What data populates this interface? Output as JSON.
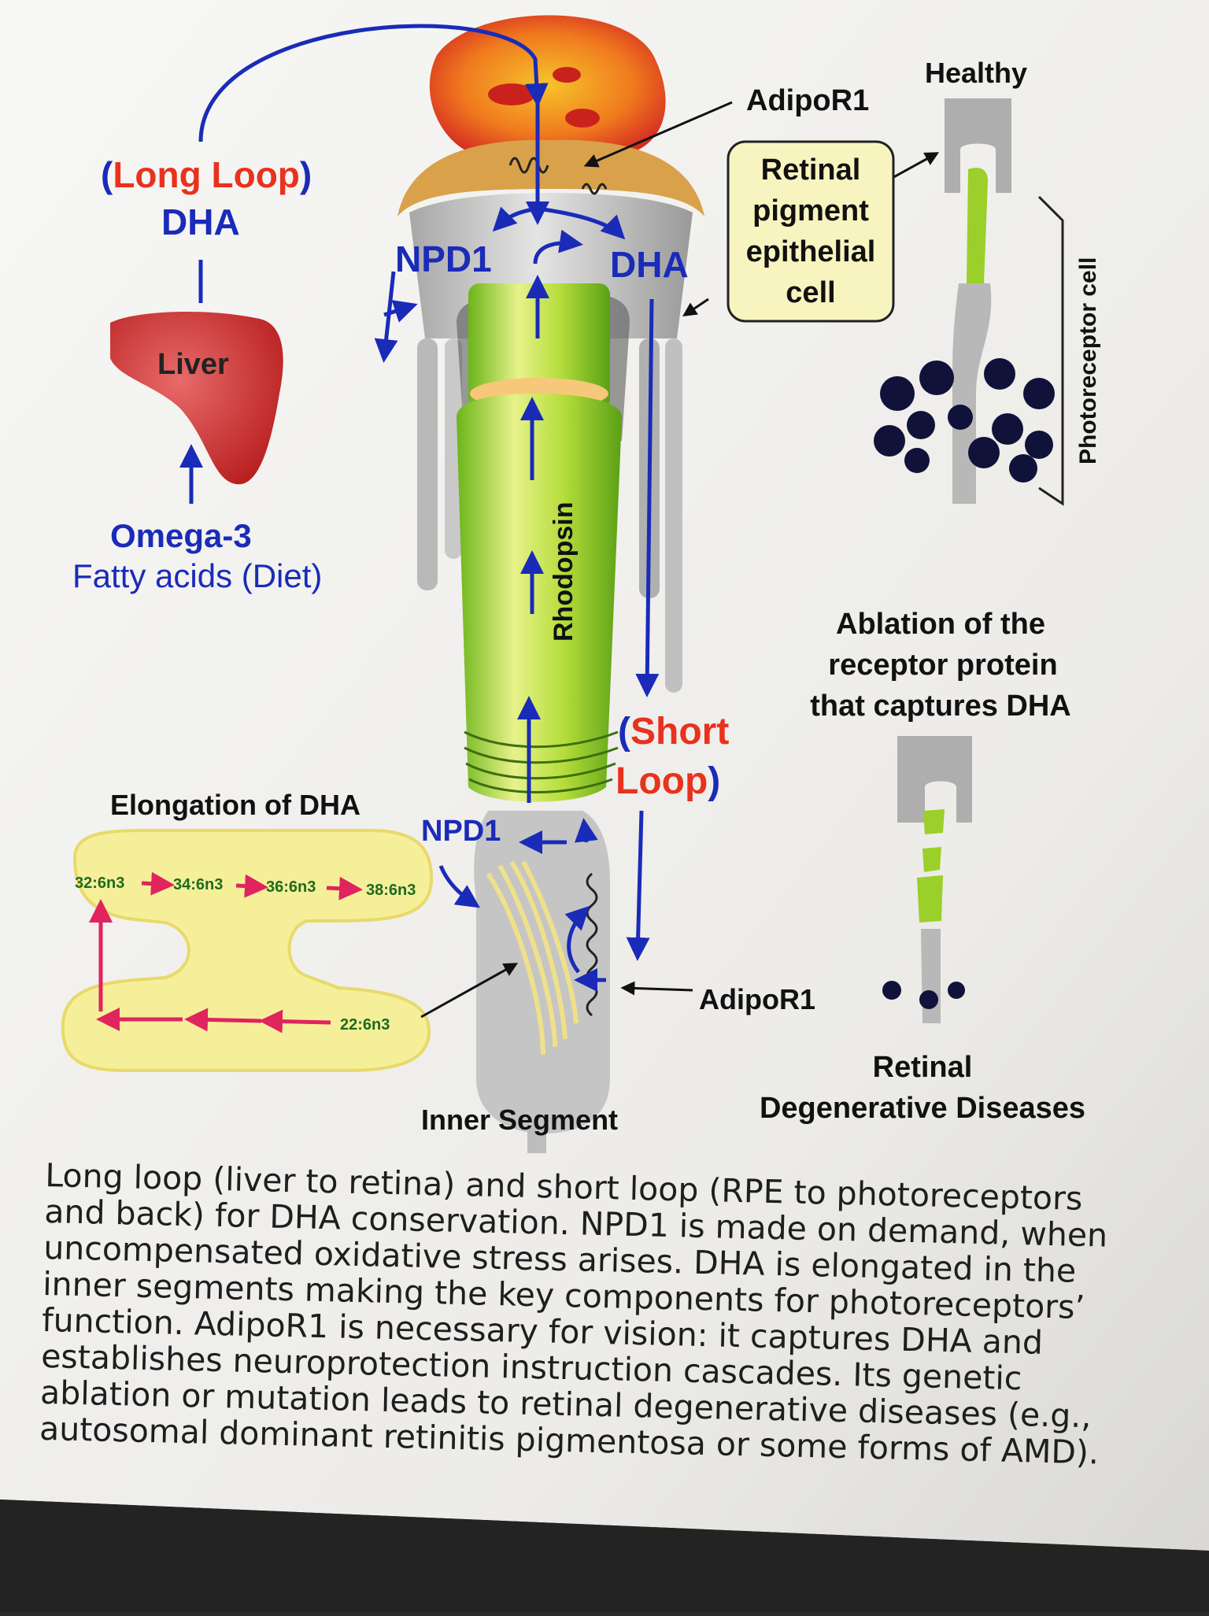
{
  "colors": {
    "blue": "#1a2bb8",
    "red": "#e8321e",
    "pink": "#e0245e",
    "green": "#8ccf1e",
    "yellow_box": "#f6ef9a",
    "paper": "#f2f2f0"
  },
  "long_loop": {
    "open": "(",
    "label": "Long Loop",
    "close": ")",
    "dha": "DHA"
  },
  "liver": "Liver",
  "omega": {
    "line1": "Omega-3",
    "line2": "Fatty acids (Diet)"
  },
  "npd1_top": "NPD1",
  "dha_top": "DHA",
  "adipor1_top": "AdipoR1",
  "rpe_box": [
    "Retinal",
    "pigment",
    "epithelial",
    "cell"
  ],
  "healthy": "Healthy",
  "photoreceptor_cell": "Photoreceptor cell",
  "rhodopsin": "Rhodopsin",
  "short_loop": {
    "open": "(",
    "label_1": "Short",
    "label_2": "Loop",
    "close": ")"
  },
  "ablation": [
    "Ablation of the",
    "receptor protein",
    "that captures DHA"
  ],
  "elongation": {
    "title": "Elongation of DHA",
    "chain": [
      "32:6n3",
      "34:6n3",
      "36:6n3",
      "38:6n3"
    ],
    "start": "22:6n3"
  },
  "npd1_bottom": "NPD1",
  "adipor1_bottom": "AdipoR1",
  "inner_segment": "Inner Segment",
  "retinal_diseases": [
    "Retinal",
    "Degenerative Diseases"
  ],
  "caption_lines": [
    "Long loop (liver to retina) and short loop (RPE to photoreceptors",
    "and back) for DHA conservation. NPD1 is made on demand, when",
    "uncompensated oxidative stress arises. DHA is elongated in the",
    "inner segments making the key components for photoreceptors’",
    "function. AdipoR1 is necessary for vision: it captures DHA and",
    "establishes neuroprotection instruction cascades. Its genetic",
    "ablation or mutation leads to retinal degenerative diseases (e.g.,",
    "autosomal dominant retinitis pigmentosa or some forms of AMD)."
  ]
}
